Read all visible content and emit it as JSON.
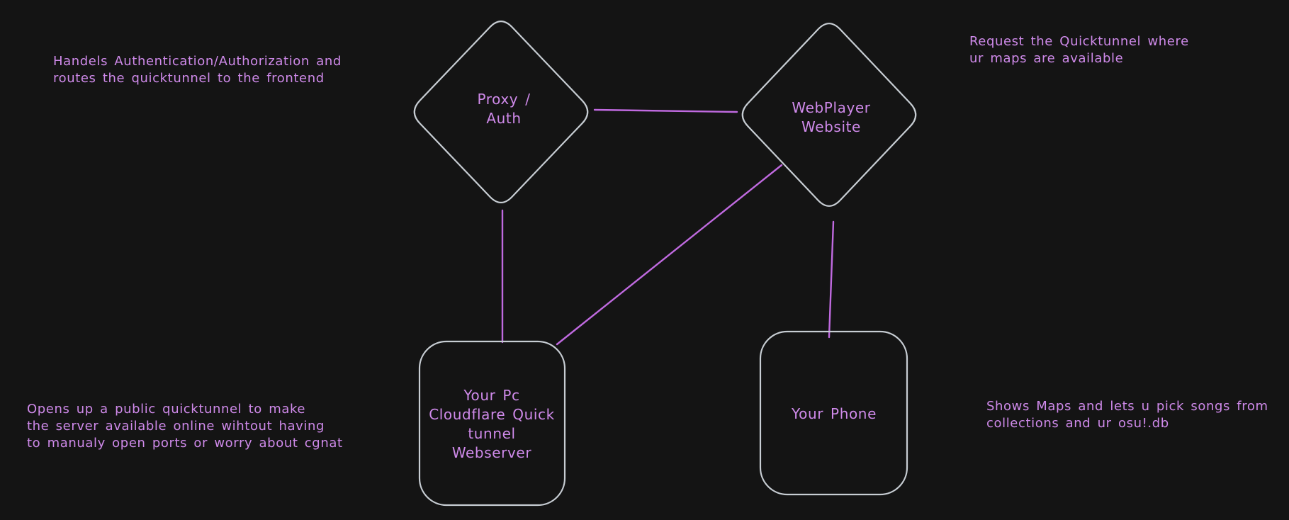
{
  "theme": {
    "background": "#141414",
    "shape-stroke": "#c7cdd3",
    "connector": "#c06ae0",
    "text": "#cf8aea"
  },
  "nodes": [
    {
      "id": "proxy-auth",
      "shape": "diamond",
      "label_lines": [
        "Proxy /",
        "Auth"
      ]
    },
    {
      "id": "webplayer-website",
      "shape": "diamond",
      "label_lines": [
        "WebPlayer",
        "Website"
      ]
    },
    {
      "id": "your-pc-webserver",
      "shape": "rounded-rect",
      "label_lines": [
        "Your Pc",
        "Cloudflare Quick",
        "tunnel",
        "Webserver"
      ]
    },
    {
      "id": "your-phone",
      "shape": "rounded-rect",
      "label_lines": [
        "Your Phone"
      ]
    }
  ],
  "connectors": [
    {
      "id": "proxy-to-webplayer",
      "from": "proxy-auth",
      "to": "webplayer-website"
    },
    {
      "id": "proxy-to-your-pc",
      "from": "proxy-auth",
      "to": "your-pc-webserver"
    },
    {
      "id": "webplayer-to-your-pc",
      "from": "webplayer-website",
      "to": "your-pc-webserver"
    },
    {
      "id": "webplayer-to-your-phone",
      "from": "webplayer-website",
      "to": "your-phone"
    }
  ],
  "annotations": [
    {
      "id": "proxy-note",
      "lines": [
        "Handels Authentication/Authorization and",
        "routes the quicktunnel to the frontend"
      ]
    },
    {
      "id": "webplayer-note",
      "lines": [
        "Request the Quicktunnel where",
        "ur maps are available"
      ]
    },
    {
      "id": "webserver-note",
      "lines": [
        "Opens up a public quicktunnel to make",
        "the server available online wihtout having",
        "to manualy open ports or worry about cgnat"
      ]
    },
    {
      "id": "phone-note",
      "lines": [
        "Shows Maps and lets u pick songs from",
        "collections and ur osu!.db"
      ]
    }
  ]
}
